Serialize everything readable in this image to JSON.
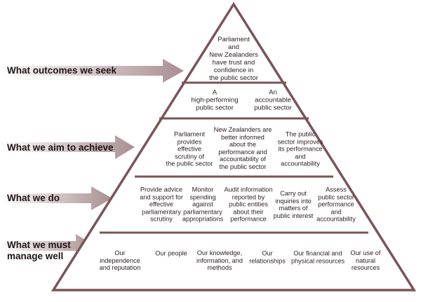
{
  "colors": {
    "outline": "#7a5457",
    "arrow_start": "#ffffff",
    "arrow_end": "#a98f91",
    "text": "#2b1d1f"
  },
  "row_labels": {
    "outcomes": "What outcomes we seek",
    "aims": "What we aim to achieve",
    "do": "What we do",
    "manage": "What we must\nmanage well"
  },
  "pyramid": {
    "apex": "Parliament\nand\nNew Zealanders\nhave trust and\nconfidence in\nthe public sector",
    "sectors": [
      "A\nhigh-performing\npublic sector",
      "An\naccountable\npublic sector"
    ],
    "achieve": [
      "Parliament\nprovides\neffective\nscrutiny of\nthe public sector",
      "New Zealanders are\nbetter informed\nabout the\nperformance and\naccountability of\nthe public sector",
      "The public\nsector improves\nits performance\nand\naccountability"
    ],
    "activities": [
      "Provide advice\nand support for\neffective\nparliamentary\nscrutiny",
      "Monitor\nspending\nagainst\nparliamentary\nappropriations",
      "Audit information\nreported by\npublic entities\nabout their\nperformance",
      "Carry out\ninquiries into\nmatters of\npublic interest",
      "Assess\npublic sector\nperformance\nand\naccountability"
    ],
    "foundations": [
      "Our\nindependence\nand reputation",
      "Our people",
      "Our knowledge,\ninformation, and\nmethods",
      "Our\nrelationships",
      "Our financial and\nphysical resources",
      "Our use of\nnatural\nresources"
    ]
  }
}
